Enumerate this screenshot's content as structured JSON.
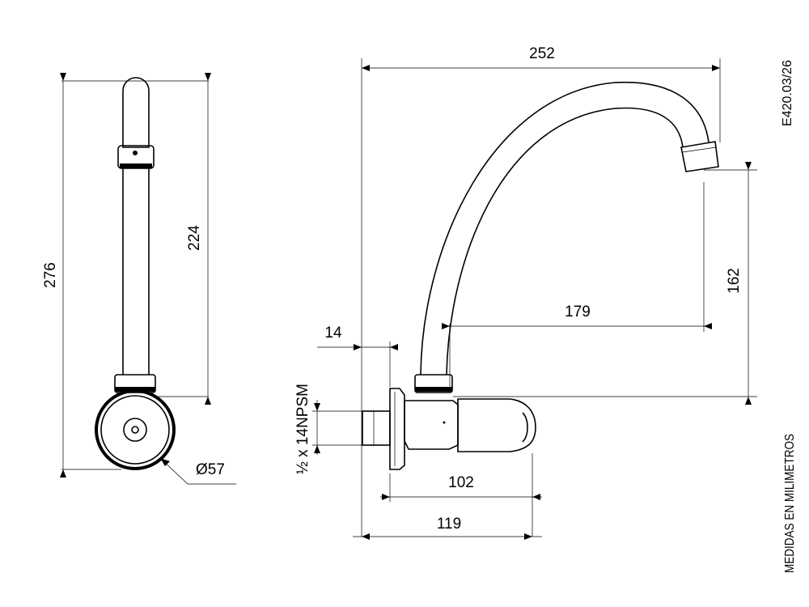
{
  "drawing": {
    "code": "E420.03/26",
    "units_note": "MEDIDAS EN MILIMETROS",
    "dimensions": {
      "total_height": "276",
      "tube_height": "224",
      "diameter": "Ø57",
      "spout_reach": "252",
      "outlet_height": "162",
      "spout_offset": "179",
      "wall_depth": "14",
      "thread": "½ x 14NPSM",
      "body_length": "102",
      "overall_length": "119"
    }
  }
}
